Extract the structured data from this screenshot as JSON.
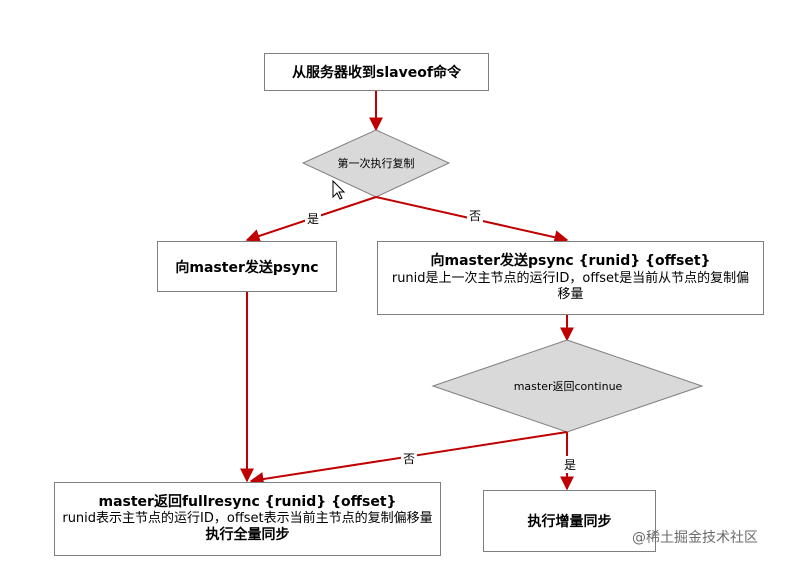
{
  "nodes": {
    "start": "从服务器收到slaveof命令",
    "first_run": "第一次执行复制",
    "send_psync": "向master发送psync",
    "send_psync_runid_title": "向master发送psync {runid} {offset}",
    "send_psync_runid_desc": "runid是上一次主节点的运行ID，offset是当前从节点的复制偏移量",
    "master_continue": "master返回continue",
    "fullresync_title": "master返回fullresync {runid} {offset}",
    "fullresync_desc": "runid表示主节点的运行ID，offset表示当前主节点的复制偏移量",
    "fullresync_action": "执行全量同步",
    "incremental_sync": "执行增量同步"
  },
  "edges": {
    "yes": "是",
    "no": "否"
  },
  "watermark": "@稀土掘金技术社区",
  "colors": {
    "arrow": "#c00000",
    "diamond": "#d9d9d9",
    "border": "#7f7f7f"
  }
}
